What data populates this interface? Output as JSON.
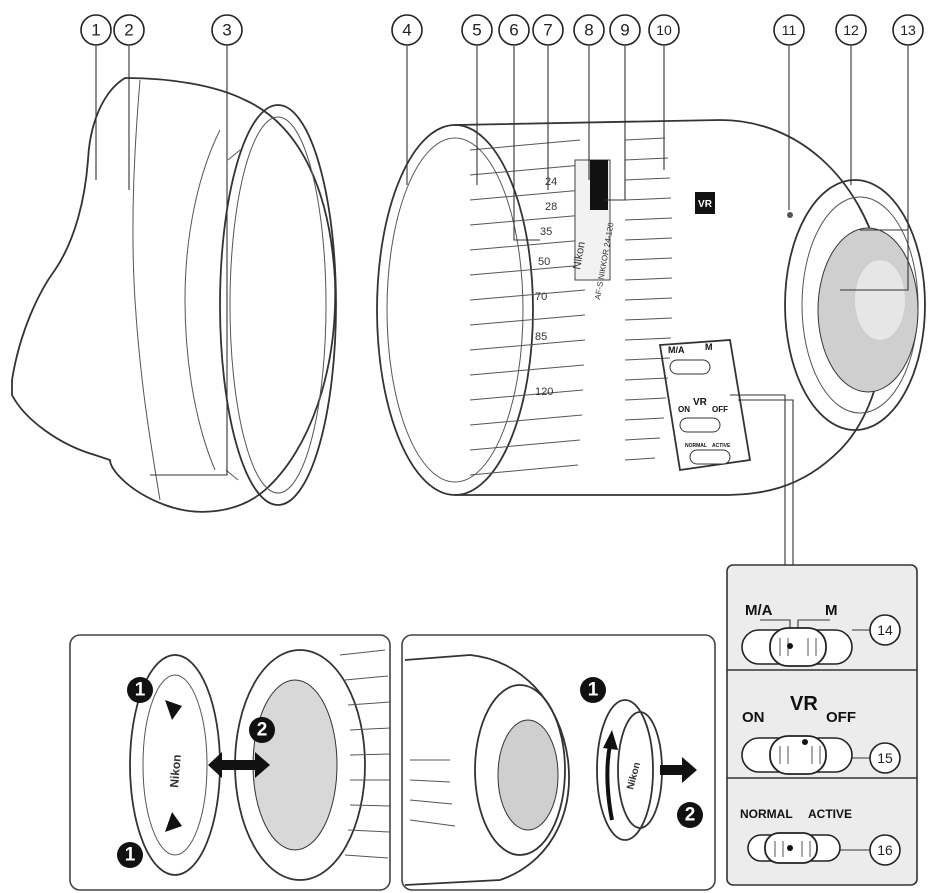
{
  "callouts": [
    "1",
    "2",
    "3",
    "4",
    "5",
    "6",
    "7",
    "8",
    "9",
    "10",
    "11",
    "12",
    "13",
    "14",
    "15",
    "16"
  ],
  "lens_text": {
    "focal_marks": [
      "24",
      "28",
      "35",
      "50",
      "70",
      "85",
      "120"
    ],
    "vr_badge": "VR",
    "brand": "Nikon",
    "model_line": "AF-S NIKKOR 24-120"
  },
  "switch_panel": {
    "focus_mode": {
      "left": "M/A",
      "right": "M"
    },
    "vr_power": {
      "left": "ON",
      "center": "VR",
      "right": "OFF"
    },
    "vr_mode": {
      "left": "NORMAL",
      "right": "ACTIVE"
    }
  },
  "small_switches": {
    "focus_left": "M/A",
    "focus_right": "M",
    "vr_left": "ON",
    "vr_center": "VR",
    "vr_right": "OFF",
    "mode_left": "NORMAL",
    "mode_right": "ACTIVE"
  },
  "inset_front": {
    "steps": [
      "1",
      "2",
      "1"
    ],
    "cap_brand": "Nikon"
  },
  "inset_rear": {
    "steps": [
      "1",
      "2"
    ],
    "cap_brand": "Nikon"
  }
}
